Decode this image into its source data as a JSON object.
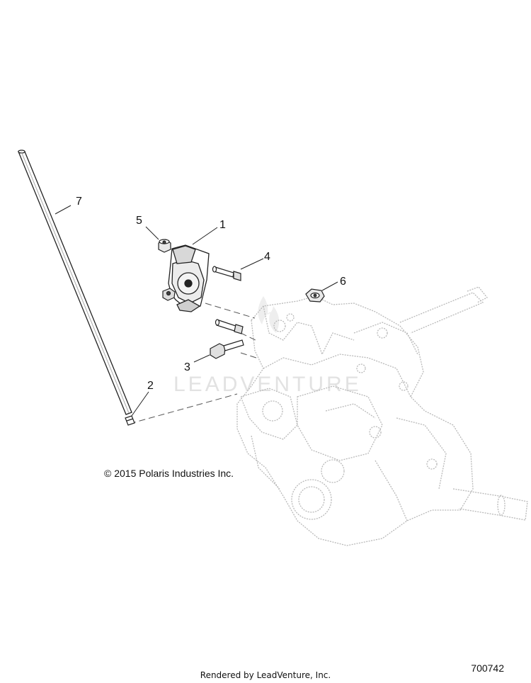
{
  "callouts": [
    "1",
    "2",
    "3",
    "4",
    "5",
    "6",
    "7"
  ],
  "copyright": "© 2015 Polaris Industries Inc.",
  "watermark": "LEADVENTURE",
  "footer": {
    "rendered_by": "Rendered by LeadVenture, Inc.",
    "figure_number": "700742"
  }
}
